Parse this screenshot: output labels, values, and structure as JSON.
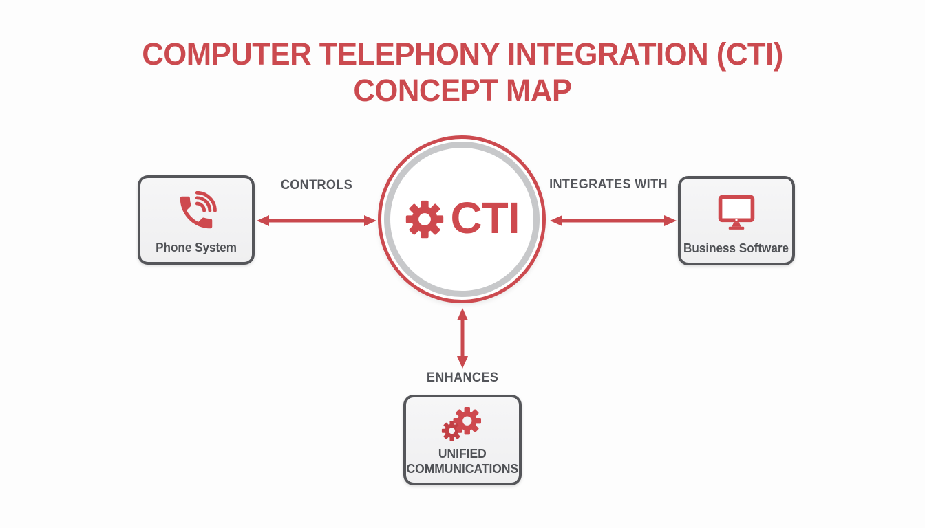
{
  "title": {
    "line1": "COMPUTER TELEPHONY INTEGRATION (CTI)",
    "line2": "CONCEPT MAP"
  },
  "hub": {
    "label": "CTI",
    "icon": "gear-icon"
  },
  "nodes": [
    {
      "id": "phone-system",
      "label": "Phone System",
      "icon": "phone-icon",
      "position": "left"
    },
    {
      "id": "business-software",
      "label": "Business Software",
      "icon": "monitor-icon",
      "position": "right"
    },
    {
      "id": "unified-communications",
      "label": "UNIFIED COMMUNICATIONS",
      "icon": "gears-icon",
      "position": "bottom"
    }
  ],
  "edges": [
    {
      "from": "phone-system",
      "to": "cti",
      "label": "CONTROLS",
      "direction": "bidirectional"
    },
    {
      "from": "cti",
      "to": "business-software",
      "label": "INTEGRATES WITH",
      "direction": "bidirectional"
    },
    {
      "from": "cti",
      "to": "unified-communications",
      "label": "ENHANCES",
      "direction": "bidirectional"
    }
  ],
  "colors": {
    "accent_red": "#cc4a4f",
    "dark_red": "#c23f44",
    "text_gray": "#53555a",
    "node_border": "#55565a",
    "ring_gray": "#c7c8ca",
    "node_bg": "#f3f3f4",
    "background": "#fdfdfd"
  }
}
